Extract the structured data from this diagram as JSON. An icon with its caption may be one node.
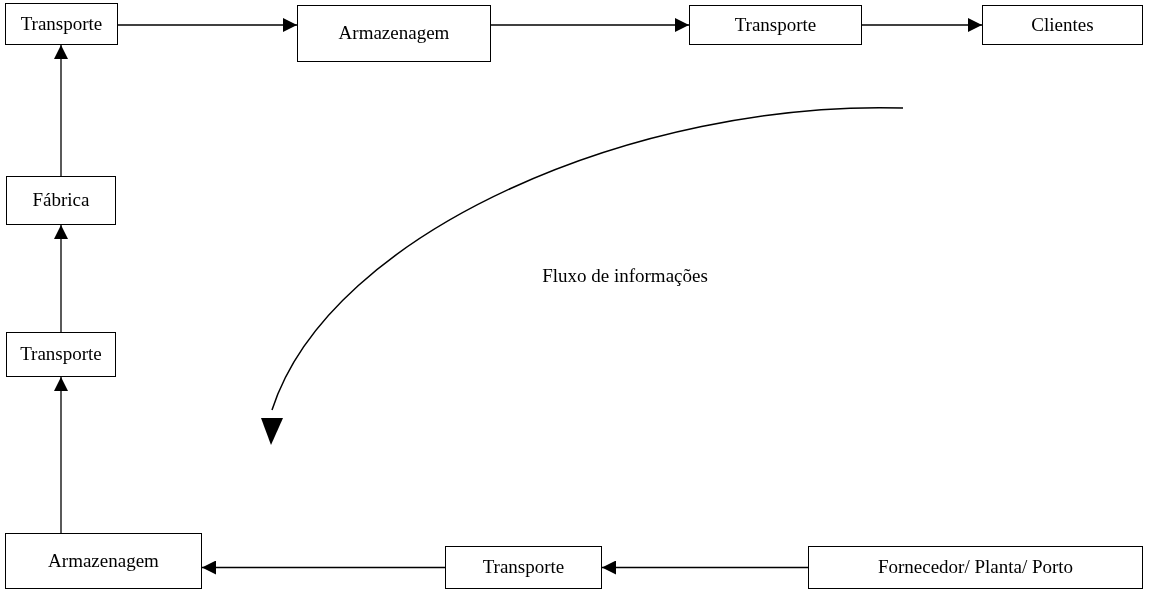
{
  "diagram": {
    "nodes": [
      {
        "text": [
          "Transporte"
        ]
      },
      {
        "text": [
          "Armazenagem"
        ]
      },
      {
        "text": [
          "Transporte"
        ]
      },
      {
        "text": [
          "Clientes"
        ]
      },
      {
        "text": [
          "Fábrica"
        ]
      },
      {
        "text": [
          "Transporte"
        ]
      },
      {
        "text": [
          "Armazenagem"
        ]
      },
      {
        "text": [
          "Transporte"
        ]
      },
      {
        "text": [
          "Fornecedor/ Planta/ Porto"
        ]
      }
    ],
    "edges": [
      {
        "from": 0,
        "to": 1,
        "arrow": "to"
      },
      {
        "from": 1,
        "to": 2,
        "arrow": "to"
      },
      {
        "from": 2,
        "to": 3,
        "arrow": "to"
      },
      {
        "from": 4,
        "to": 0,
        "arrow": "to"
      },
      {
        "from": 5,
        "to": 4,
        "arrow": "to"
      },
      {
        "from": 6,
        "to": 5,
        "arrow": "to"
      },
      {
        "from": 7,
        "to": 6,
        "arrow": "to"
      },
      {
        "from": 8,
        "to": 7,
        "arrow": "to"
      }
    ],
    "labels": [
      "Fluxo de informações"
    ]
  }
}
